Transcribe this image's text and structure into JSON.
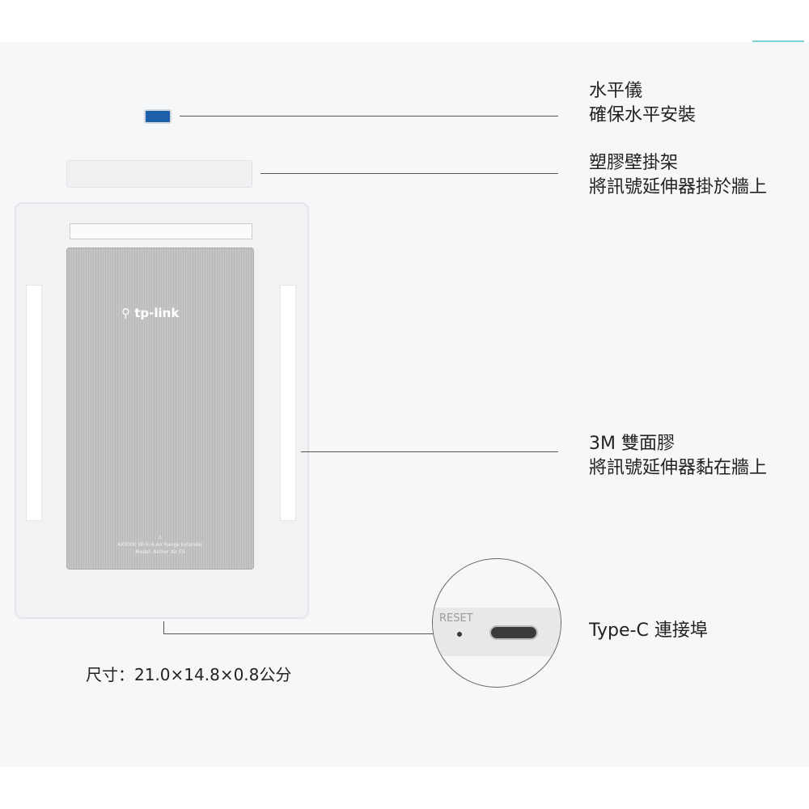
{
  "colors": {
    "accent": "#7fd3d3",
    "background": "#f6f7f9",
    "level_blue": "#1d5fa8"
  },
  "callouts": [
    {
      "title": "水平儀",
      "desc": "確保水平安裝"
    },
    {
      "title": "塑膠壁掛架",
      "desc": "將訊號延伸器掛於牆上"
    },
    {
      "title": "3M 雙面膠",
      "desc": "將訊號延伸器黏在牆上"
    },
    {
      "title": "Type-C 連接埠",
      "desc": ""
    }
  ],
  "device": {
    "brand": "tp-link",
    "product_line1": "AX3000 Wi-Fi 6 Air Range Extender",
    "product_line2": "Model: Archer Air E5",
    "reset_label": "RESET"
  },
  "dimensions": "尺寸：21.0×14.8×0.8公分"
}
